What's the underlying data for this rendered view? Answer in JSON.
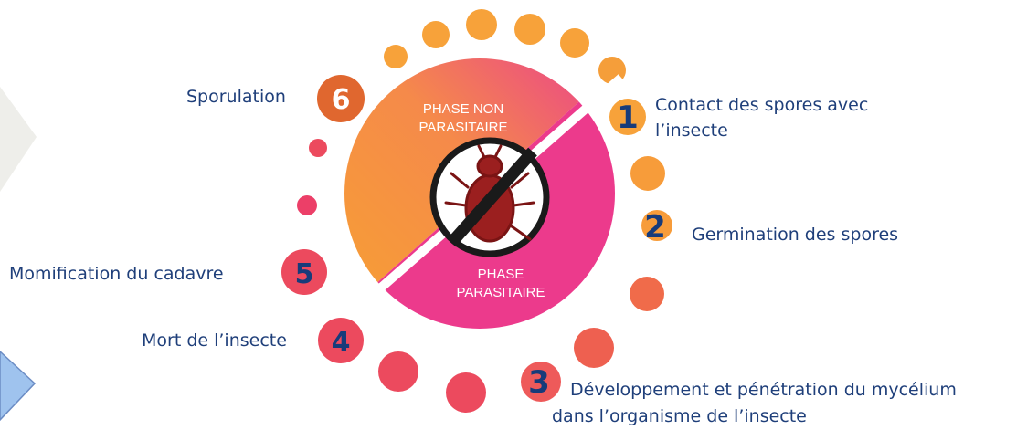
{
  "phases": {
    "non_parasitic_line1": "PHASE NON",
    "non_parasitic_line2": "PARASITAIRE",
    "parasitic_line1": "PHASE",
    "parasitic_line2": "PARASITAIRE"
  },
  "center_icon": "no-insect-icon",
  "steps": [
    {
      "number": "1",
      "label_line1": "Contact des spores avec",
      "label_line2": "l’insecte"
    },
    {
      "number": "2",
      "label_line1": "Germination des spores",
      "label_line2": ""
    },
    {
      "number": "3",
      "label_line1": "Développement et pénétration du mycélium",
      "label_line2": "dans l’organisme de l’insecte"
    },
    {
      "number": "4",
      "label_line1": "Mort de l’insecte",
      "label_line2": ""
    },
    {
      "number": "5",
      "label_line1": "Momification du cadavre",
      "label_line2": ""
    },
    {
      "number": "6",
      "label_line1": "Sporulation",
      "label_line2": ""
    }
  ],
  "colors": {
    "orange": "#f7a23a",
    "pink": "#ec3a8c",
    "coral": "#ee5a5a",
    "dark_orange": "#e0672f",
    "text_blue": "#1f3f7a",
    "number_blue": "#173b7a"
  }
}
